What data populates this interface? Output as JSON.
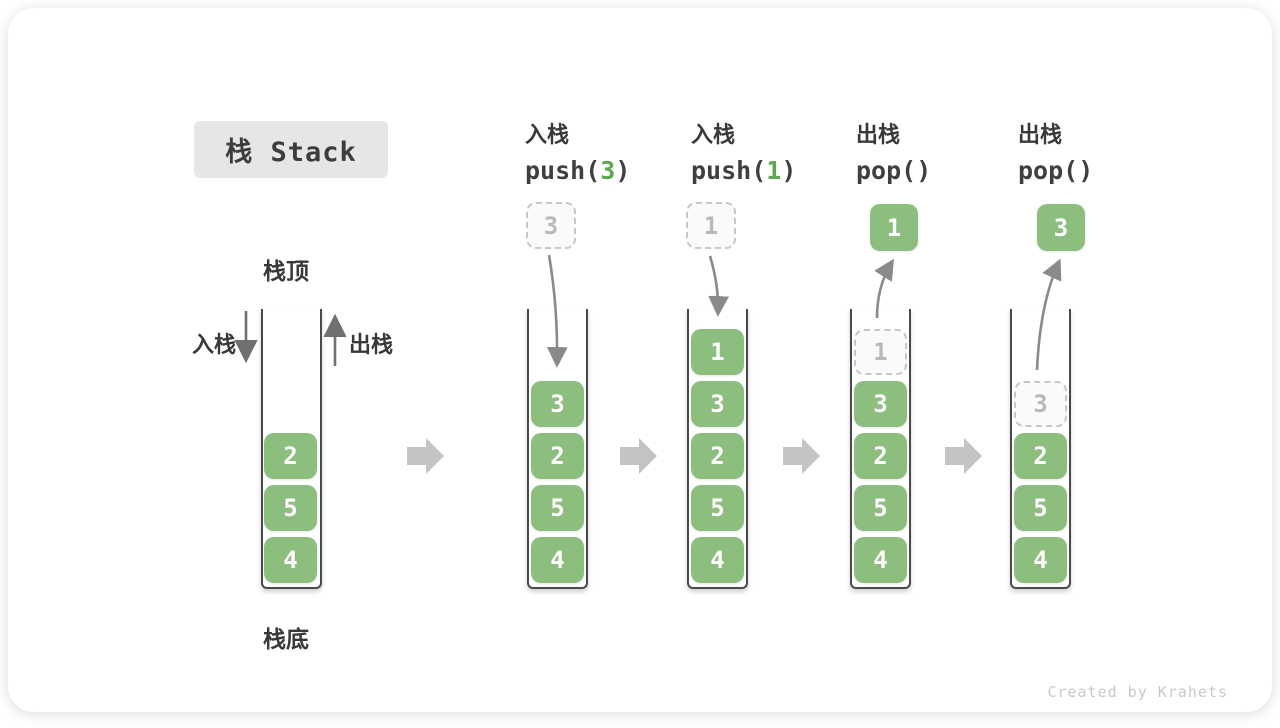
{
  "title": "栈 Stack",
  "footer": "Created by Krahets",
  "legend": {
    "stack_top": "栈顶",
    "stack_bottom": "栈底",
    "push": "入栈",
    "pop": "出栈"
  },
  "initial_stack": [
    "2",
    "5",
    "4"
  ],
  "steps": [
    {
      "name": "入栈",
      "code_pre": "push(",
      "code_arg": "3",
      "code_post": ")",
      "operand": "3",
      "stack": [
        "3",
        "2",
        "5",
        "4"
      ]
    },
    {
      "name": "入栈",
      "code_pre": "push(",
      "code_arg": "1",
      "code_post": ")",
      "operand": "1",
      "stack": [
        "1",
        "3",
        "2",
        "5",
        "4"
      ]
    },
    {
      "name": "出栈",
      "code_pre": "pop()",
      "code_arg": "",
      "code_post": "",
      "result": "1",
      "popped_placeholder": "1",
      "stack": [
        "3",
        "2",
        "5",
        "4"
      ]
    },
    {
      "name": "出栈",
      "code_pre": "pop()",
      "code_arg": "",
      "code_post": "",
      "result": "3",
      "popped_placeholder": "3",
      "stack": [
        "2",
        "5",
        "4"
      ]
    }
  ],
  "colors": {
    "item_green": "#8cbe7e",
    "code_arg_green": "#5ca84d",
    "dashed_gray": "#c7c7c7",
    "curve_arrow_gray": "#8a8a8a",
    "straight_arrow_gray": "#707070",
    "block_arrow_gray": "#c4c4c4",
    "title_bg": "#e6e6e6",
    "text_dark": "#393939"
  }
}
